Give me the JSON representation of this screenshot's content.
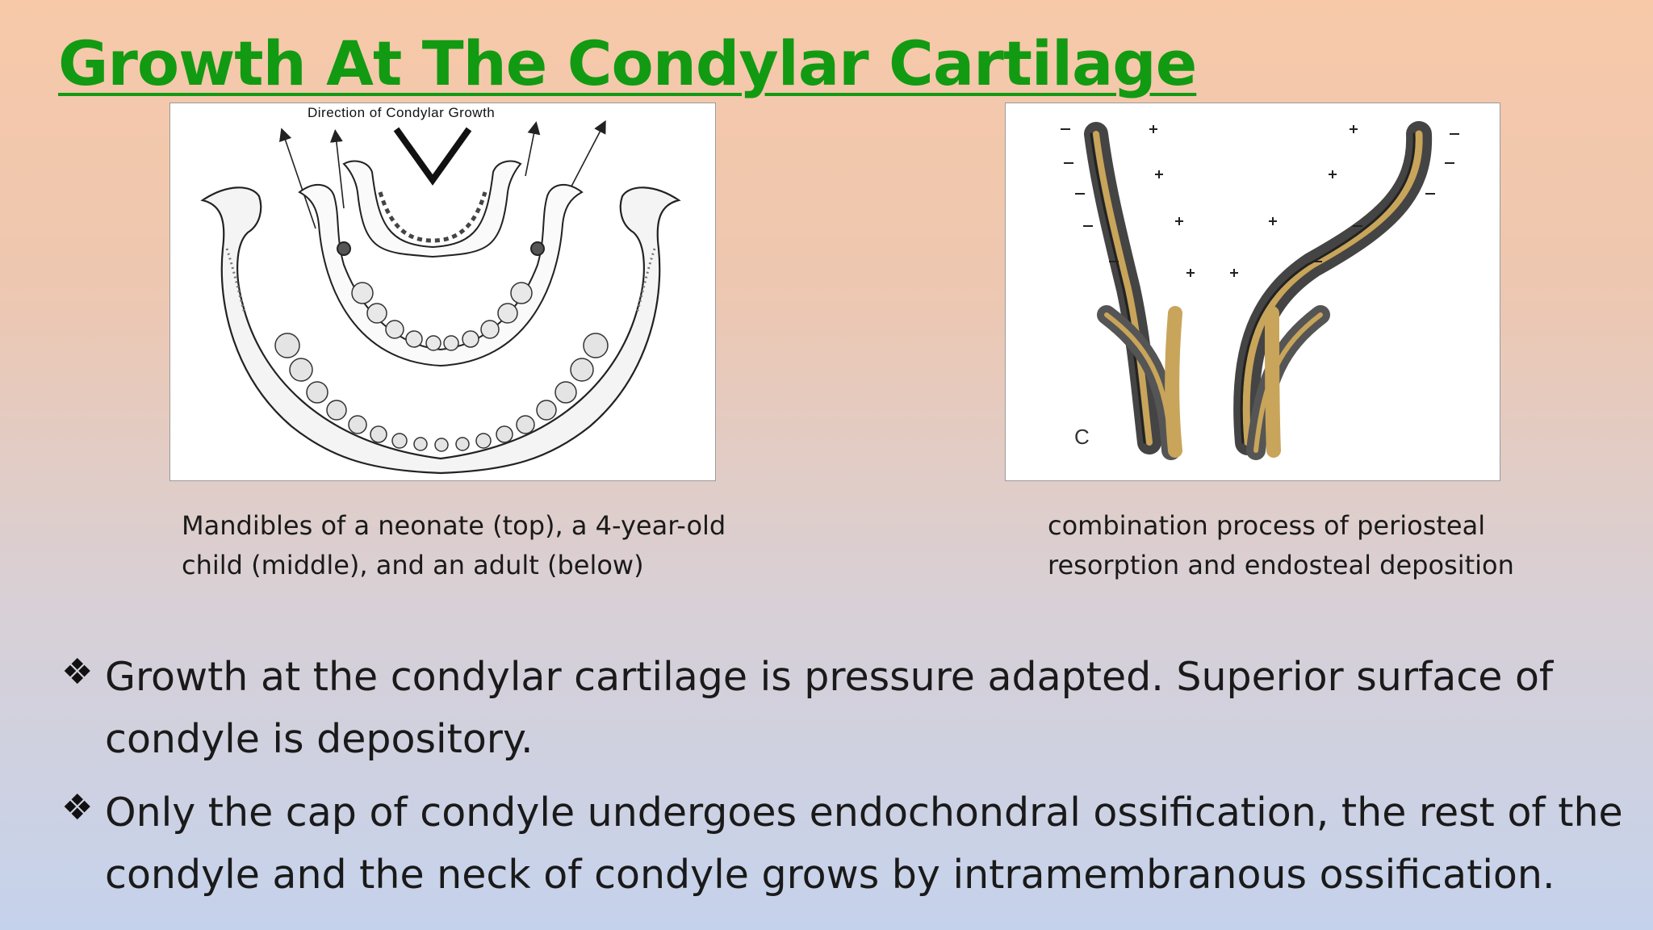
{
  "slide": {
    "title": "Growth At The Condylar Cartilage",
    "title_color": "#129a12",
    "figures": {
      "left": {
        "label": "Direction of Condylar Growth",
        "caption_line1": "Mandibles of a neonate (top), a 4-year-old",
        "caption_line2": "child (middle), and an adult (below)"
      },
      "right": {
        "letter": "C",
        "caption_line1": "combination process of periosteal",
        "caption_line2": "resorption and endosteal deposition"
      }
    },
    "bullets": [
      {
        "symbol": "❖",
        "text": "Growth at the condylar cartilage is pressure adapted. Superior surface of condyle is depository."
      },
      {
        "symbol": "❖",
        "text": " Only the cap of condyle undergoes endochondral ossification, the rest of the condyle and the neck of condyle grows by intramembranous ossification."
      }
    ]
  }
}
